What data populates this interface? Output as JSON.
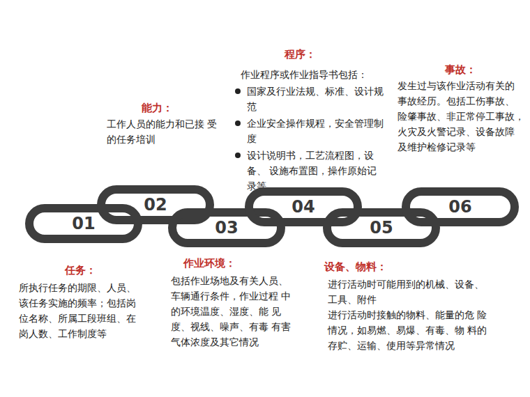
{
  "diagram": {
    "nodes": [
      {
        "text": [
          "01"
        ]
      },
      {
        "text": [
          "02"
        ]
      },
      {
        "text": [
          "03"
        ]
      },
      {
        "text": [
          "04"
        ]
      },
      {
        "text": [
          "05"
        ]
      },
      {
        "text": [
          "06"
        ]
      }
    ],
    "labels": [
      "程序：",
      "作业程序或作业指导书包括：",
      "国家及行业法规、标准、设计规 范",
      "企业安全操作规程，安全管理制 度",
      "设计说明书，工艺流程图，设备、 设施布置图，操作原始记录等",
      "事故：",
      "发生过与该作业活动有关的 事故经历。包括工伤事故、 险肇事故、非正常停工事故， 火灾及火警记录、设备故障 及维护检修记录等",
      "能力：",
      "工作人员的能力和已接 受的任务培训",
      "任务：",
      "所执行任务的期限、人员、 该任务实施的频率；包括岗 位名称、所属工段班组、在 岗人数、工作制度等",
      "作业环境：",
      "包括作业场地及有关人员、 车辆通行条件，作业过程 中的环境温度、湿度、能 见度、视线、噪声、有毒 有害气体浓度及其它情况",
      "设备、物料：",
      "进行活动时可能用到的机械、设备、 工具、附件",
      "进行活动时接触的物料、能量的危 险情况，如易燃、易爆、有毒、物 料的存贮、运输、使用等异常情况"
    ]
  }
}
